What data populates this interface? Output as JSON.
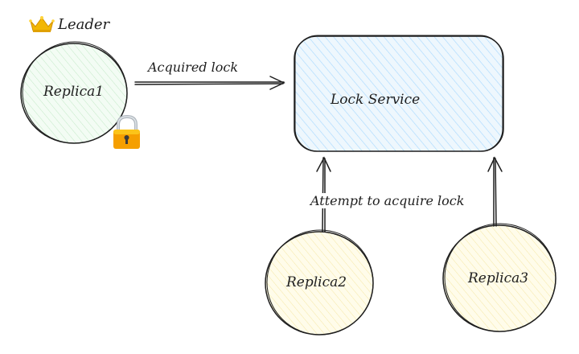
{
  "leader": {
    "label": "Leader",
    "icon": "crown-icon",
    "color": "#f2b705"
  },
  "nodes": {
    "replica1": {
      "label": "Replica1",
      "fill": "#ebfbee"
    },
    "replica2": {
      "label": "Replica2",
      "fill": "#fff9db"
    },
    "replica3": {
      "label": "Replica3",
      "fill": "#fff9db"
    },
    "lock_service": {
      "label": "Lock Service",
      "fill": "#e7f5ff"
    }
  },
  "lock_icon": {
    "icon": "padlock-icon",
    "color": "#f59f00"
  },
  "edges": {
    "acquired": {
      "label": "Acquired lock",
      "from": "Replica1",
      "to": "Lock Service"
    },
    "attempt": {
      "label": "Attempt to acquire lock",
      "from": [
        "Replica2",
        "Replica3"
      ],
      "to": "Lock Service"
    }
  },
  "stroke_color": "#1e1e1e"
}
